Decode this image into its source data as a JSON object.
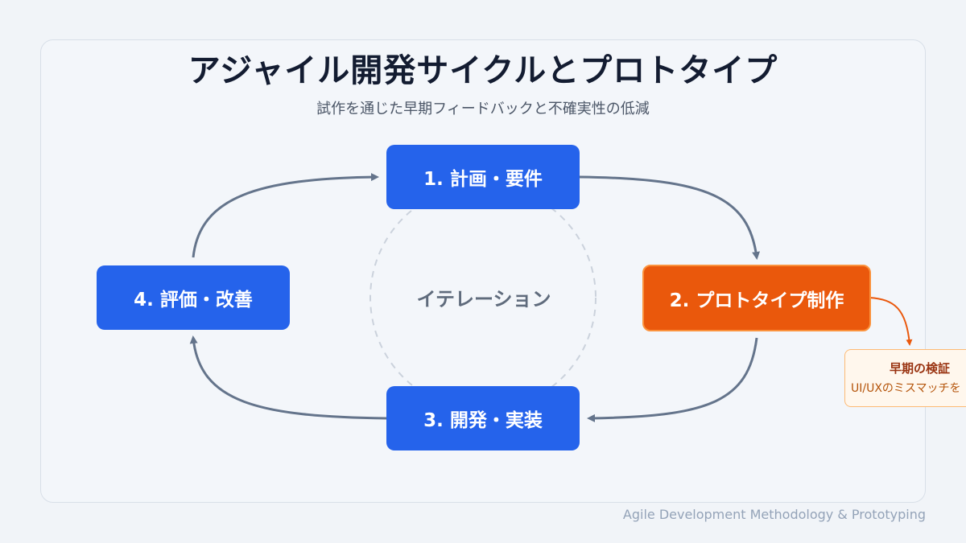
{
  "title": "アジャイル開発サイクルとプロトタイプ",
  "subtitle": "試作を通じた早期フィードバックと不確実性の低減",
  "steps": [
    {
      "label": "1. 計画・要件"
    },
    {
      "label": "2. プロトタイプ制作"
    },
    {
      "label": "3. 開発・実装"
    },
    {
      "label": "4. 評価・改善"
    }
  ],
  "center_label": "イテレーション",
  "callout": {
    "title": "早期の検証",
    "text": "UI/UXのミスマッチを"
  },
  "footer": "Agile Development Methodology & Prototyping",
  "colors": {
    "step_blue": "#2563eb",
    "prototype_orange": "#ea580c",
    "arrow": "#64748b",
    "background": "#f1f4f8"
  }
}
